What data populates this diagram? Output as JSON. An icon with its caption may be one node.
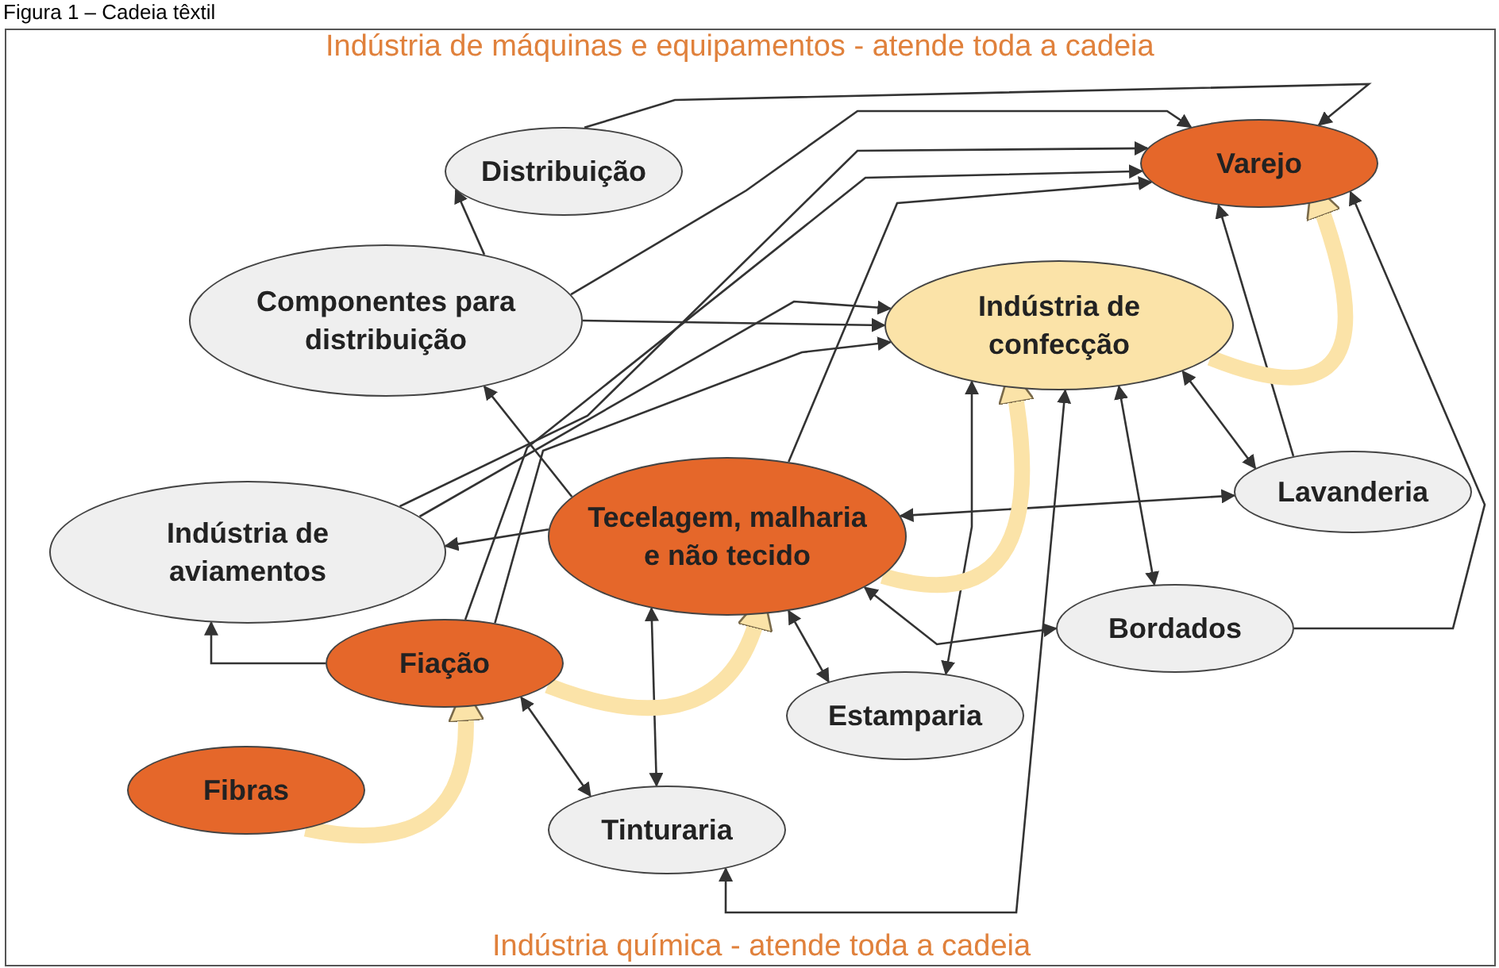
{
  "diagram": {
    "title": "Figura 1 – Cadeia têxtil",
    "nodes": [
      {
        "text": [
          "Distribuição"
        ]
      },
      {
        "text": [
          "Componentes para distribuição"
        ]
      },
      {
        "text": [
          "Varejo"
        ]
      },
      {
        "text": [
          "Indústria de confecção"
        ]
      },
      {
        "text": [
          "Indústria de aviamentos"
        ]
      },
      {
        "text": [
          "Tecelagem, malharia e não tecido"
        ]
      },
      {
        "text": [
          "Lavanderia"
        ]
      },
      {
        "text": [
          "Bordados"
        ]
      },
      {
        "text": [
          "Fiação"
        ]
      },
      {
        "text": [
          "Estamparia"
        ]
      },
      {
        "text": [
          "Fibras"
        ]
      },
      {
        "text": [
          "Tinturaria"
        ]
      }
    ],
    "edges": [
      {
        "from": 1,
        "to": 0,
        "arrow": "to"
      },
      {
        "from": 0,
        "to": 2,
        "arrow": "to"
      },
      {
        "from": 1,
        "to": 2,
        "arrow": "to"
      },
      {
        "from": 4,
        "to": 2,
        "arrow": "to"
      },
      {
        "from": 4,
        "to": 3,
        "arrow": "to"
      },
      {
        "from": 8,
        "to": 2,
        "arrow": "to"
      },
      {
        "from": 8,
        "to": 3,
        "arrow": "to"
      },
      {
        "from": 1,
        "to": 3,
        "arrow": "to"
      },
      {
        "from": 5,
        "to": 2,
        "arrow": "to"
      },
      {
        "from": 5,
        "to": 1,
        "arrow": "to"
      },
      {
        "from": 5,
        "to": 4,
        "arrow": "to"
      },
      {
        "from": 8,
        "to": 4,
        "arrow": "to"
      },
      {
        "from": 8,
        "to": 11,
        "arrow": "both"
      },
      {
        "from": 5,
        "to": 11,
        "arrow": "both"
      },
      {
        "from": 5,
        "to": 9,
        "arrow": "both"
      },
      {
        "from": 5,
        "to": 6,
        "arrow": "both"
      },
      {
        "from": 5,
        "to": 7,
        "arrow": "both"
      },
      {
        "from": 3,
        "to": 9,
        "arrow": "both"
      },
      {
        "from": 3,
        "to": 7,
        "arrow": "both"
      },
      {
        "from": 3,
        "to": 6,
        "arrow": "both"
      },
      {
        "from": 3,
        "to": 11,
        "arrow": "both"
      },
      {
        "from": 6,
        "to": 2,
        "arrow": "to"
      },
      {
        "from": 7,
        "to": 2,
        "arrow": "to"
      },
      {
        "from": 10,
        "to": 8,
        "arrow": "to",
        "style": "thick",
        "color": "#fbe3a8"
      },
      {
        "from": 8,
        "to": 5,
        "arrow": "to",
        "style": "thick",
        "color": "#fbe3a8"
      },
      {
        "from": 5,
        "to": 3,
        "arrow": "to",
        "style": "thick",
        "color": "#fbe3a8"
      },
      {
        "from": 3,
        "to": 2,
        "arrow": "to",
        "style": "thick",
        "color": "#fbe3a8"
      }
    ],
    "labels": [
      "Indústria de máquinas e equipamentos - atende toda a cadeia",
      "Indústria química - atende toda a cadeia"
    ]
  }
}
